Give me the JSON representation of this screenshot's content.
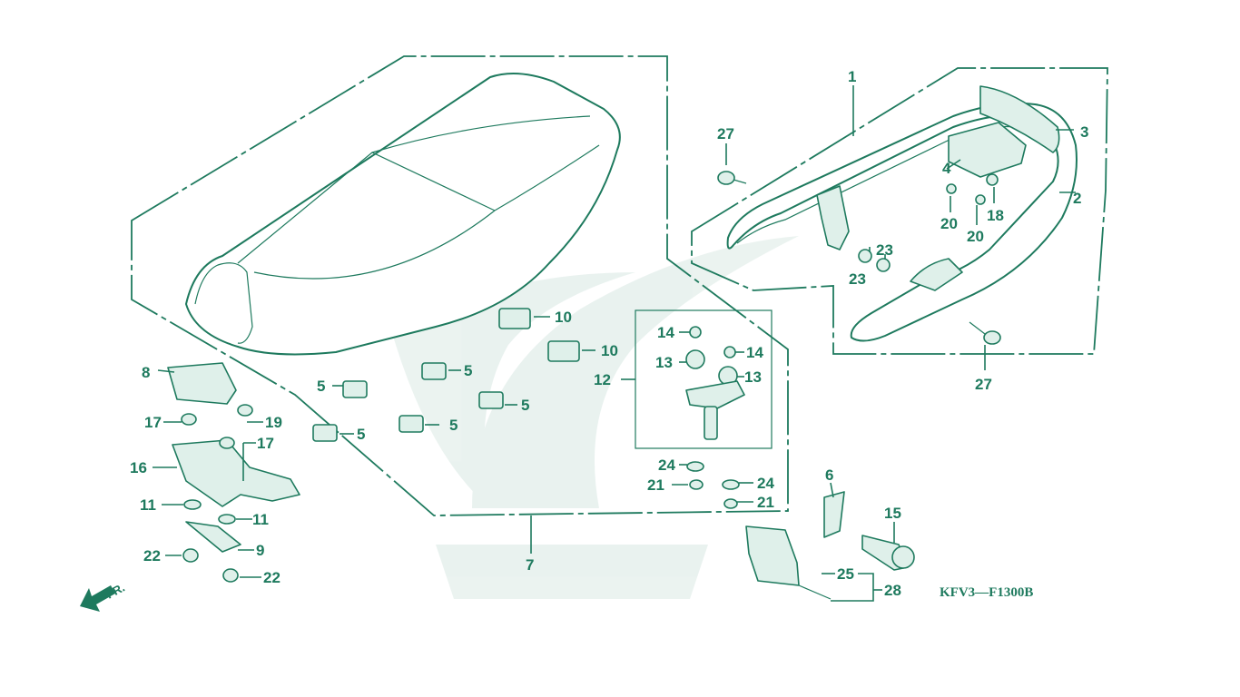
{
  "diagram_code": "KFV3—F1300B",
  "front_marker": "FR.",
  "accent_color": "#1e7a5e",
  "callouts": {
    "c1": "1",
    "c2": "2",
    "c3": "3",
    "c4": "4",
    "c5a": "5",
    "c5b": "5",
    "c5c": "5",
    "c5d": "5",
    "c5e": "5",
    "c6": "6",
    "c7": "7",
    "c8": "8",
    "c9": "9",
    "c10a": "10",
    "c10b": "10",
    "c11a": "11",
    "c11b": "11",
    "c12": "12",
    "c13a": "13",
    "c13b": "13",
    "c14a": "14",
    "c14b": "14",
    "c15": "15",
    "c16": "16",
    "c17a": "17",
    "c17b": "17",
    "c18": "18",
    "c19": "19",
    "c20a": "20",
    "c20b": "20",
    "c21a": "21",
    "c21b": "21",
    "c22a": "22",
    "c22b": "22",
    "c23a": "23",
    "c23b": "23",
    "c24a": "24",
    "c24b": "24",
    "c25": "25",
    "c27a": "27",
    "c27b": "27",
    "c28": "28"
  }
}
